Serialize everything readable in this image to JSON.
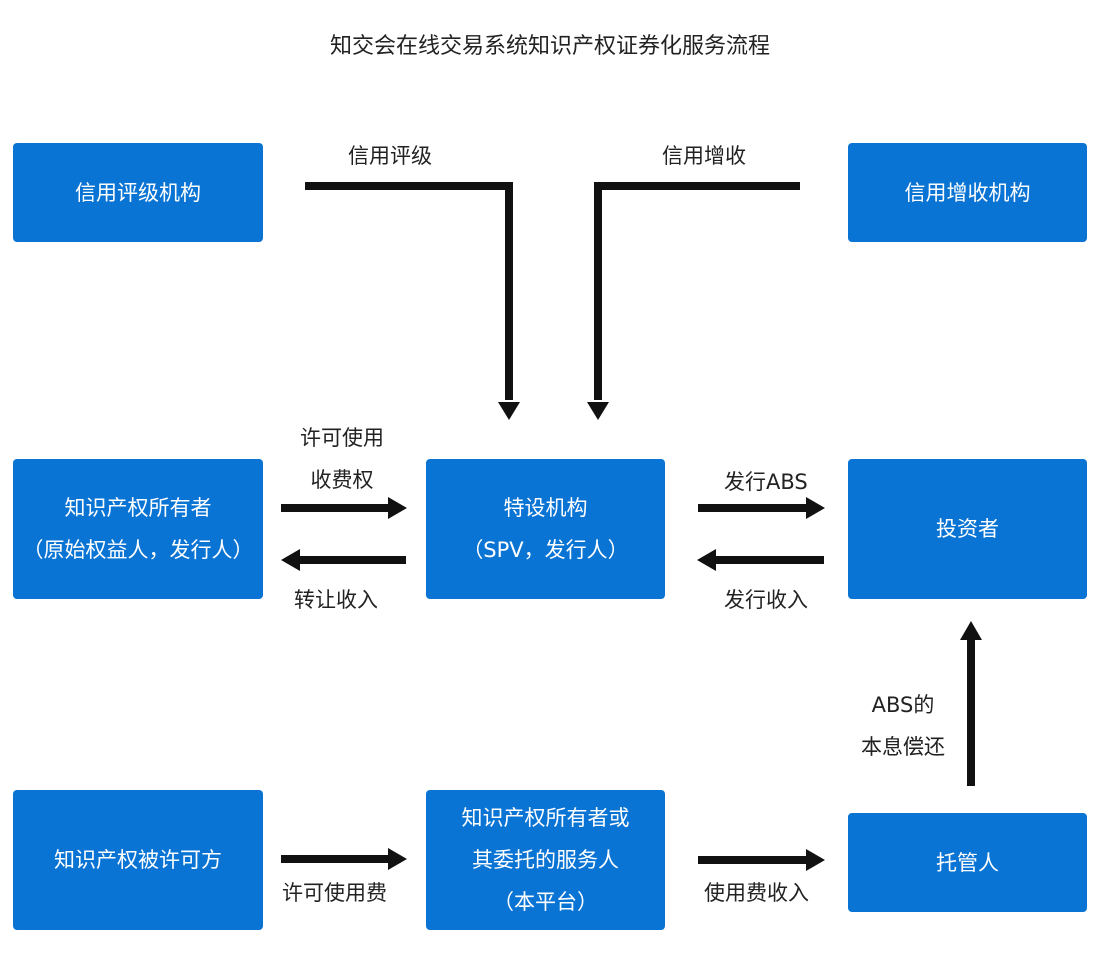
{
  "title": "知交会在线交易系统知识产权证券化服务流程",
  "nodes": {
    "rating_agency": [
      "信用评级机构"
    ],
    "credit_enhancement_agency": [
      "信用增收机构"
    ],
    "ip_owner": [
      "知识产权所有者",
      "（原始权益人，发行人）"
    ],
    "spv": [
      "特设机构",
      "（SPV，发行人）"
    ],
    "investor": [
      "投资者"
    ],
    "licensee": [
      "知识产权被许可方"
    ],
    "platform": [
      "知识产权所有者或",
      "其委托的服务人",
      "（本平台）"
    ],
    "custodian": [
      "托管人"
    ]
  },
  "labels": {
    "credit_rating": "信用评级",
    "credit_enhancement": "信用增收",
    "license_use": [
      "许可使用",
      "收费权"
    ],
    "transfer_income": "转让收入",
    "issue_abs": "发行ABS",
    "issue_income": "发行收入",
    "abs_repayment": [
      "ABS的",
      "本息偿还"
    ],
    "license_fee": "许可使用费",
    "usage_fee_income": "使用费收入"
  }
}
